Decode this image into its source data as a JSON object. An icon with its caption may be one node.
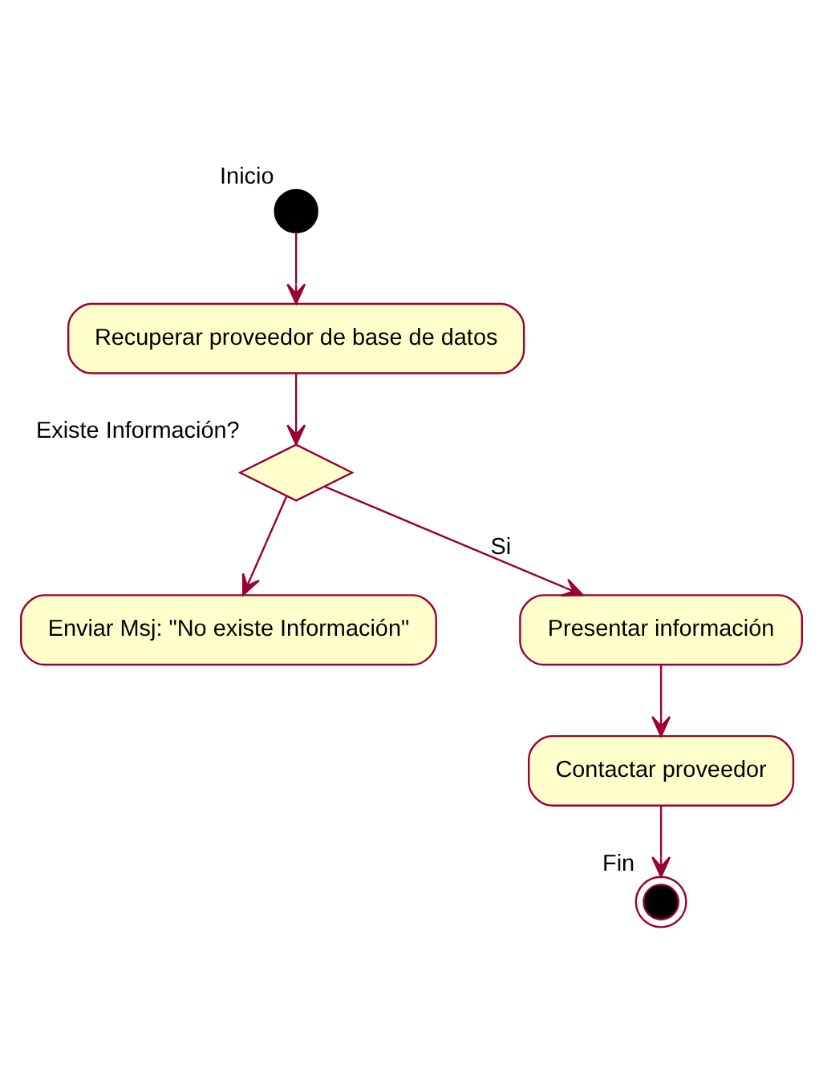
{
  "diagram": {
    "nodes": [
      {
        "text": [],
        "shape": "circle",
        "beside": [
          "Inicio"
        ]
      },
      {
        "text": [
          "Recuperar proveedor de base de datos"
        ]
      },
      {
        "text": [],
        "shape": "diamond",
        "beside": [
          "Existe Información?"
        ]
      },
      {
        "text": [
          "Enviar Msj: \"No existe Información\""
        ]
      },
      {
        "text": [
          "Presentar información"
        ]
      },
      {
        "text": [
          "Contactar proveedor"
        ]
      },
      {
        "text": [],
        "shape": "bullseye",
        "beside": [
          "Fin"
        ]
      }
    ],
    "edges": [
      {
        "from": 0,
        "to": 1,
        "arrow": "to"
      },
      {
        "from": 1,
        "to": 2,
        "arrow": "to"
      },
      {
        "from": 2,
        "to": 3,
        "arrow": "to"
      },
      {
        "from": 2,
        "to": 4,
        "arrow": "to",
        "label": "Si"
      },
      {
        "from": 4,
        "to": 5,
        "arrow": "to"
      },
      {
        "from": 5,
        "to": 6,
        "arrow": "to"
      }
    ]
  }
}
